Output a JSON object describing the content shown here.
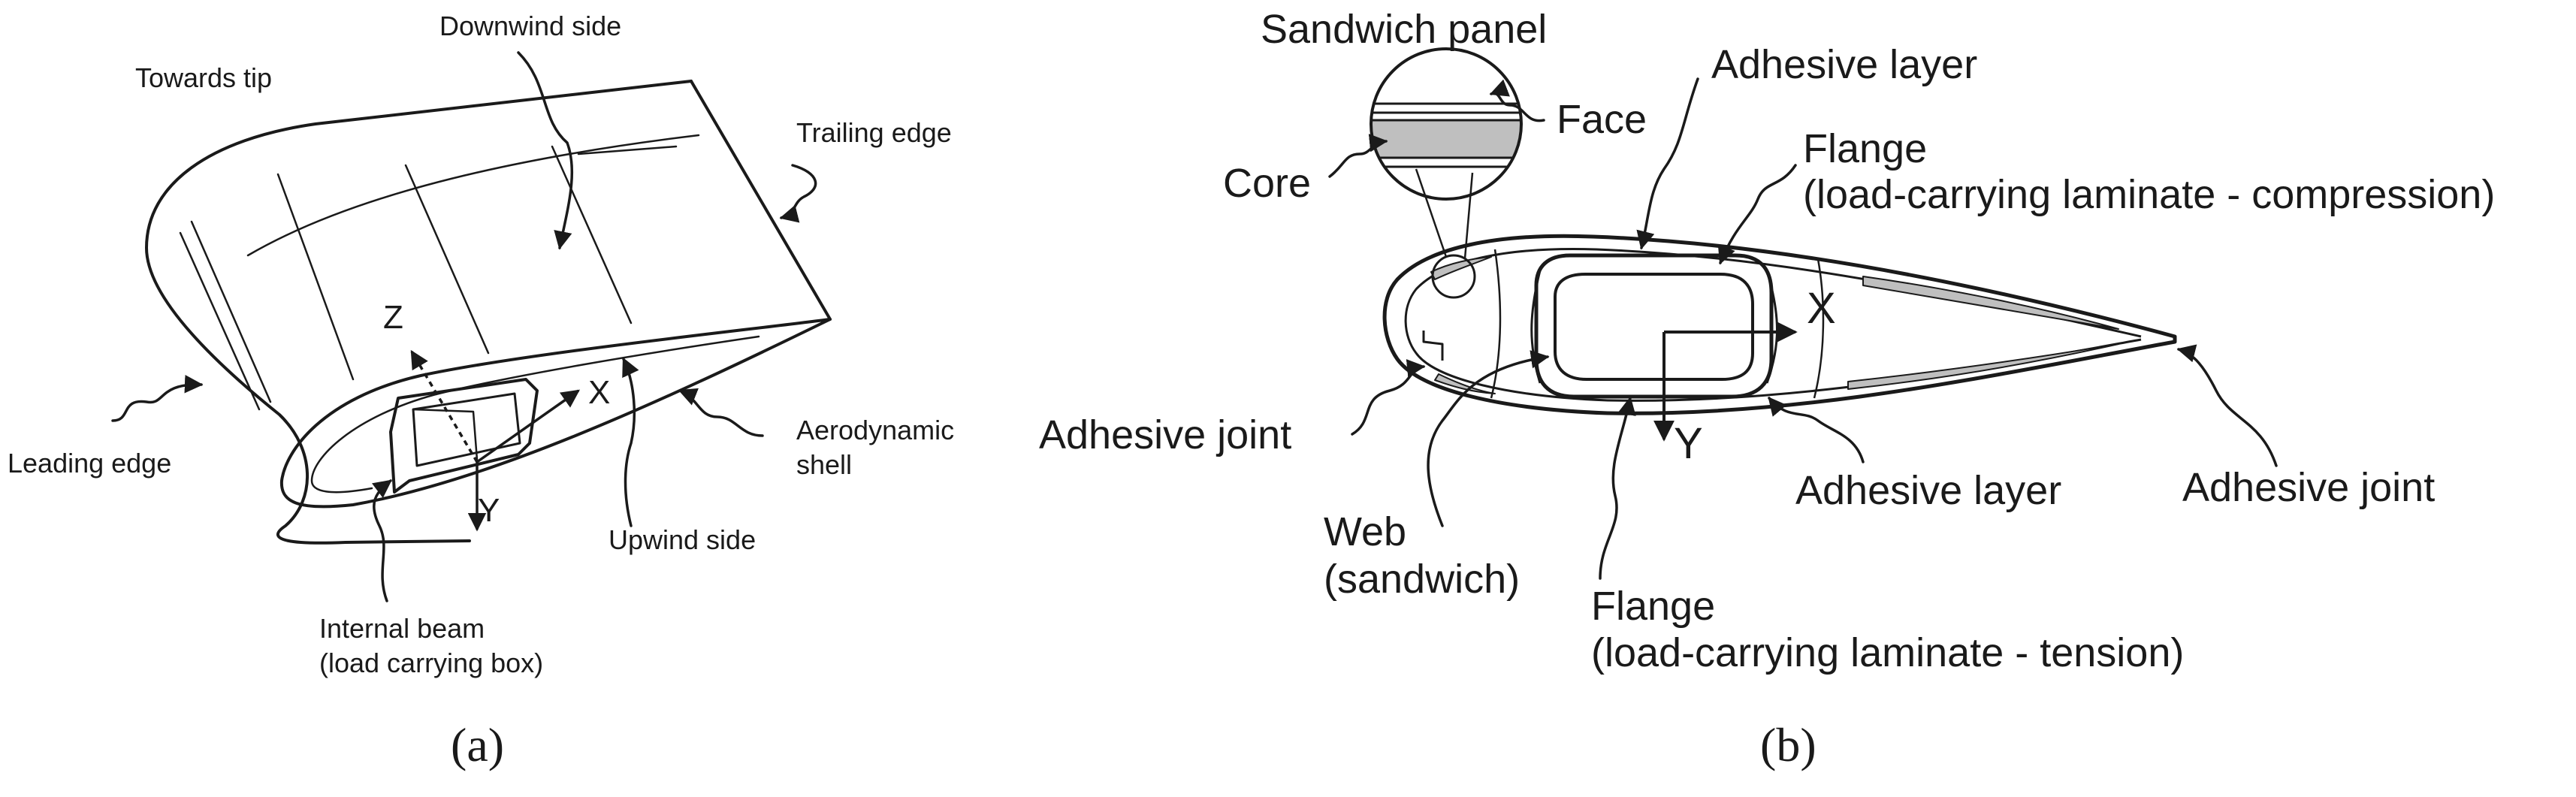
{
  "panel_a": {
    "caption": "(a)",
    "labels": {
      "downwind_side": "Downwind side",
      "towards_tip": "Towards tip",
      "trailing_edge": "Trailing edge",
      "leading_edge": "Leading edge",
      "aerodynamic_shell_line1": "Aerodynamic",
      "aerodynamic_shell_line2": "shell",
      "upwind_side": "Upwind side",
      "internal_beam_line1": "Internal beam",
      "internal_beam_line2": "(load carrying box)",
      "axis_z": "Z",
      "axis_x": "X",
      "axis_y": "Y"
    }
  },
  "panel_b": {
    "caption": "(b)",
    "labels": {
      "sandwich_panel": "Sandwich panel",
      "face": "Face",
      "core": "Core",
      "adhesive_layer_top": "Adhesive layer",
      "flange_compression_line1": "Flange",
      "flange_compression_line2": "(load-carrying laminate - compression)",
      "adhesive_joint_left": "Adhesive joint",
      "adhesive_layer_bottom": "Adhesive layer",
      "adhesive_joint_right": "Adhesive joint",
      "web_line1": "Web",
      "web_line2": "(sandwich)",
      "flange_tension_line1": "Flange",
      "flange_tension_line2": "(load-carrying laminate - tension)",
      "axis_x": "X",
      "axis_y": "Y"
    }
  }
}
